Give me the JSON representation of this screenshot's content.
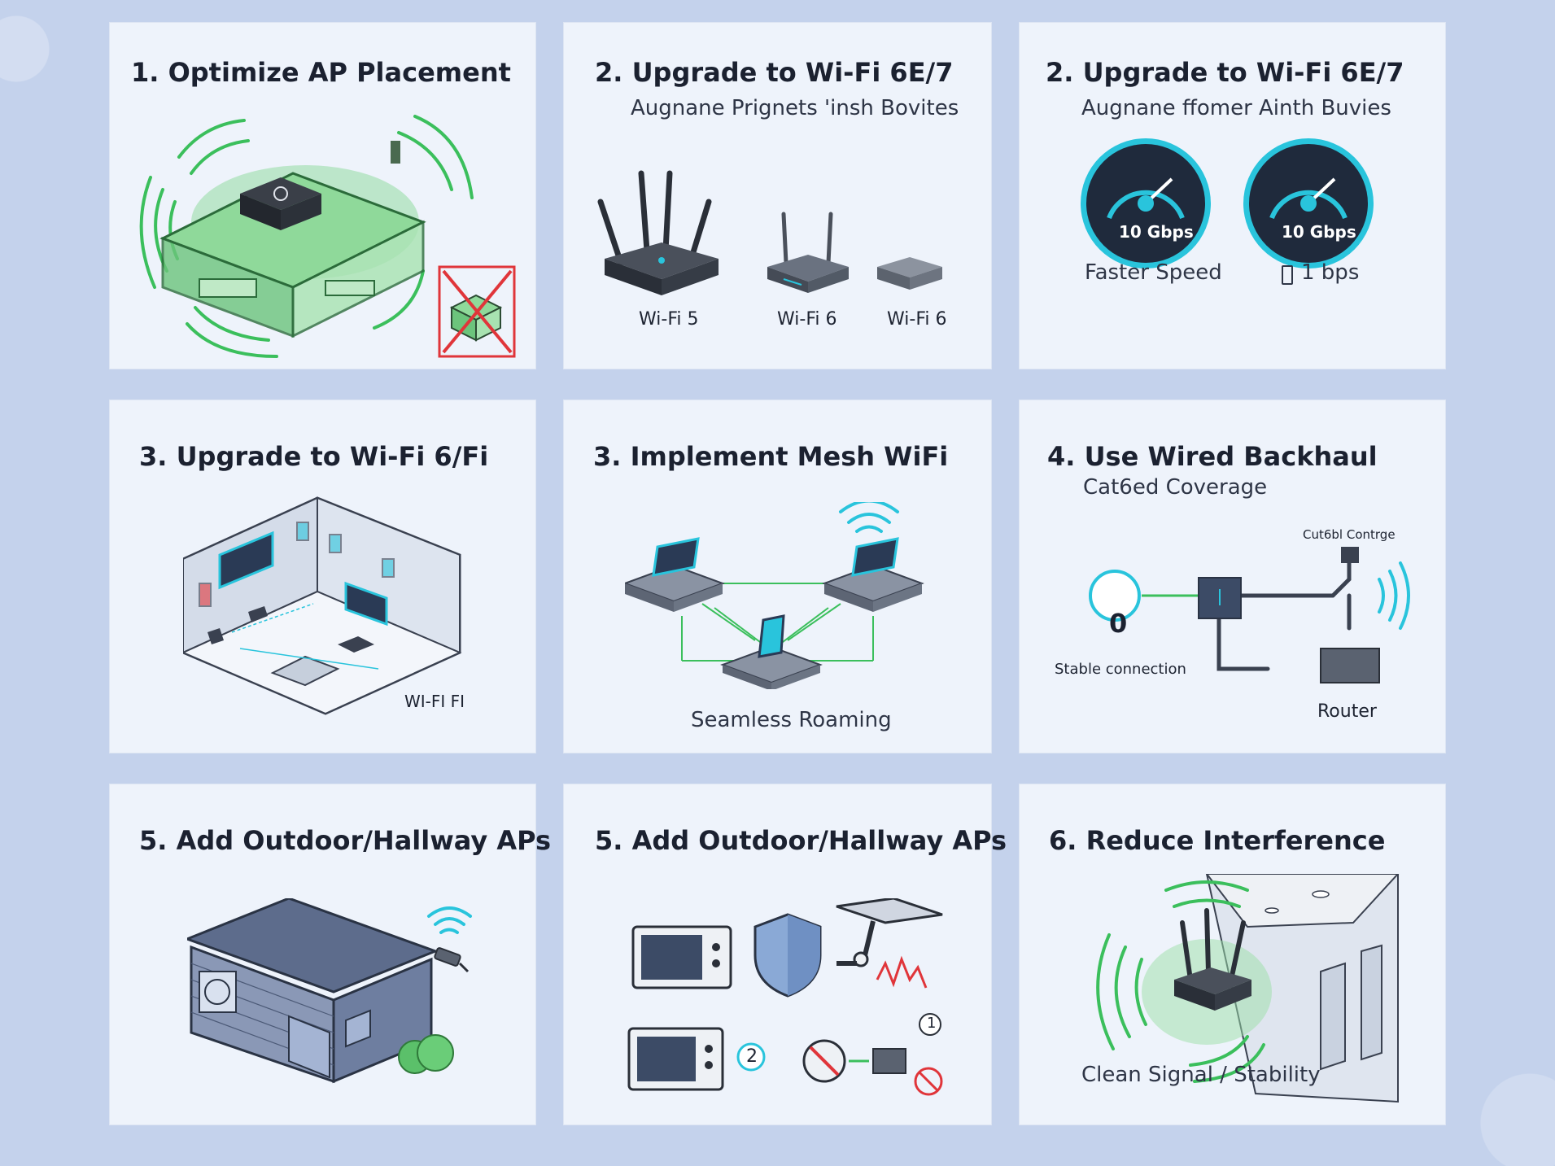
{
  "panels": [
    {
      "title": "1. Optimize AP Placement"
    },
    {
      "title": "2. Upgrade to Wi-Fi 6E/7",
      "subtitle": "Augnane Prignets 'insh Bovites",
      "devices": [
        "Wi-Fi 5",
        "Wi-Fi 6",
        "Wi-Fi 6"
      ]
    },
    {
      "title": "2. Upgrade to Wi-Fi 6E/7",
      "subtitle": "Augnane ffomer Ainth Buvies",
      "gauges": [
        "10 Gbps",
        "10 Gbps"
      ],
      "captions": [
        "Faster Speed",
        "1 bps"
      ]
    },
    {
      "title": "3. Upgrade to Wi-Fi 6/Fi",
      "label": "WI-FI FI"
    },
    {
      "title": "3. Implement Mesh WiFi",
      "caption": "Seamless Roaming"
    },
    {
      "title": "4. Use Wired Backhaul",
      "subtitle": "Cat6ed Coverage",
      "cable_label": "Cut6bl Contrge",
      "node_value": "0",
      "node_caption": "Stable connection",
      "router_label": "Router"
    },
    {
      "title": "5. Add Outdoor/Hallway APs"
    },
    {
      "title": "5. Add Outdoor/Hallway APs",
      "badges": [
        "2",
        "1"
      ]
    },
    {
      "title": "6. Reduce Interference",
      "caption": "Clean Signal / Stability"
    }
  ],
  "colors": {
    "accent_green": "#3bbf5c",
    "accent_cyan": "#29c4dc",
    "alert_red": "#e0353a",
    "card_bg": "#eef3fb"
  }
}
